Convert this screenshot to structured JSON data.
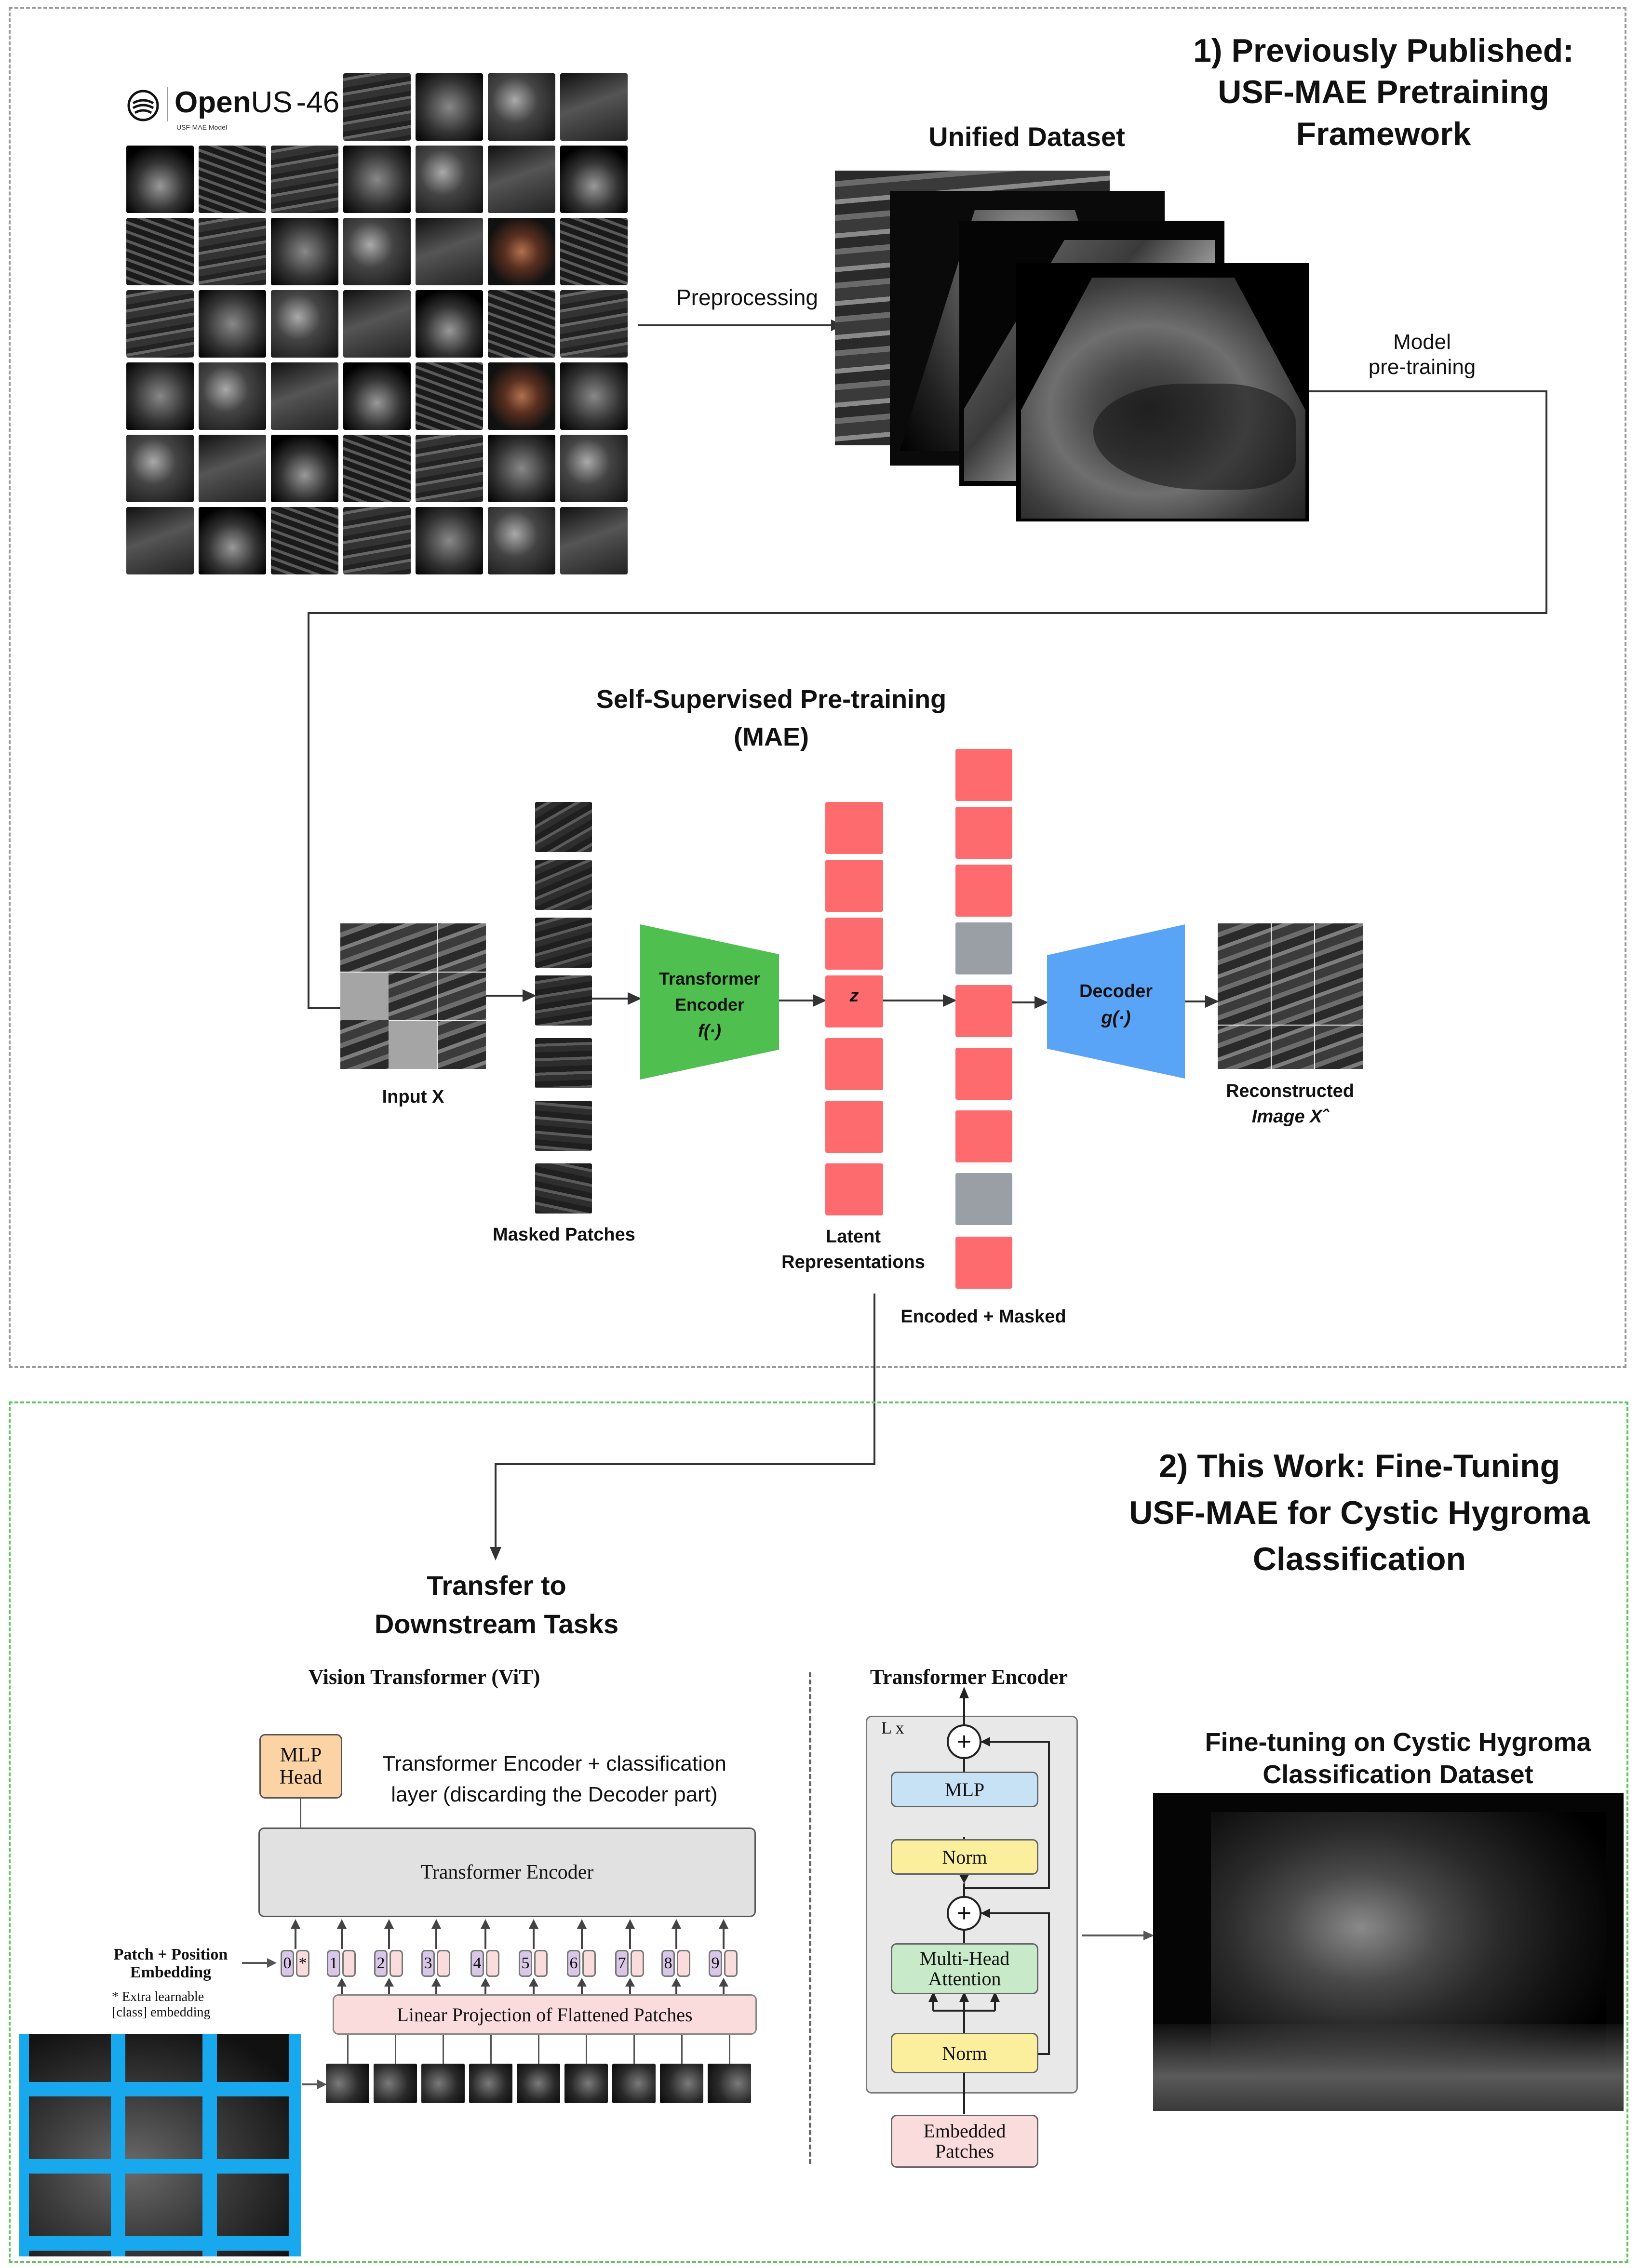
{
  "panel1": {
    "title": [
      "1) Previously Published:",
      "USF-MAE Pretraining",
      "Framework"
    ],
    "logo": {
      "brand_bold": "Open",
      "brand_light": "US",
      "brand_number": "-46",
      "caption": "USF-MAE Model"
    },
    "unified_dataset_label": "Unified Dataset",
    "preprocessing_label": "Preprocessing",
    "model_pretraining_label": [
      "Model",
      "pre-training"
    ],
    "ssl_title": [
      "Self-Supervised Pre-training",
      "(MAE)"
    ],
    "input_label": "Input X",
    "masked_patches_label": "Masked Patches",
    "encoder_label": [
      "Transformer",
      "Encoder",
      "f(·)"
    ],
    "z_label": "z",
    "latent_label": [
      "Latent",
      "Representations"
    ],
    "encoded_masked_label": "Encoded + Masked",
    "decoder_label": [
      "Decoder",
      "g(·)"
    ],
    "reconstructed_label": [
      "Reconstructed",
      "Image Xˆ"
    ]
  },
  "panel2": {
    "title": [
      "2) This Work: Fine-Tuning",
      "USF-MAE for Cystic Hygroma",
      "Classification"
    ],
    "transfer_label": [
      "Transfer to",
      "Downstream Tasks"
    ],
    "vit_title": "Vision Transformer (ViT)",
    "mlp_head_label": [
      "MLP",
      "Head"
    ],
    "transformer_encoder_label": "Transformer Encoder",
    "note_label": [
      "Transformer Encoder + classification",
      "layer (discarding the Decoder part)"
    ],
    "patch_position_label": [
      "Patch + Position",
      "Embedding"
    ],
    "extra_learnable_label": [
      "* Extra learnable",
      "[class] embedding"
    ],
    "token_indices": [
      "0",
      "1",
      "2",
      "3",
      "4",
      "5",
      "6",
      "7",
      "8",
      "9"
    ],
    "class_token_mark": "*",
    "linear_projection_label": "Linear Projection of Flattened Patches",
    "te_block_title": "Transformer Encoder",
    "lx_label": "L x",
    "mlp_label": "MLP",
    "norm_label": "Norm",
    "mha_label": [
      "Multi-Head",
      "Attention"
    ],
    "embedded_patches_label": [
      "Embedded",
      "Patches"
    ],
    "plus_symbol": "+",
    "finetune_title": [
      "Fine-tuning on Cystic Hygroma",
      "Classification Dataset"
    ]
  },
  "colors": {
    "mask_red": "#fe6b6e",
    "mask_grey": "#9a9ea5",
    "encoder_green": "#4fbf4f",
    "decoder_blue": "#5aa4f8",
    "panel1_border": "#9a9a9a",
    "panel2_border": "#5fc35f",
    "mlp_head_orange": "#fbd3a4",
    "grid_cyan": "#18a8ee"
  }
}
